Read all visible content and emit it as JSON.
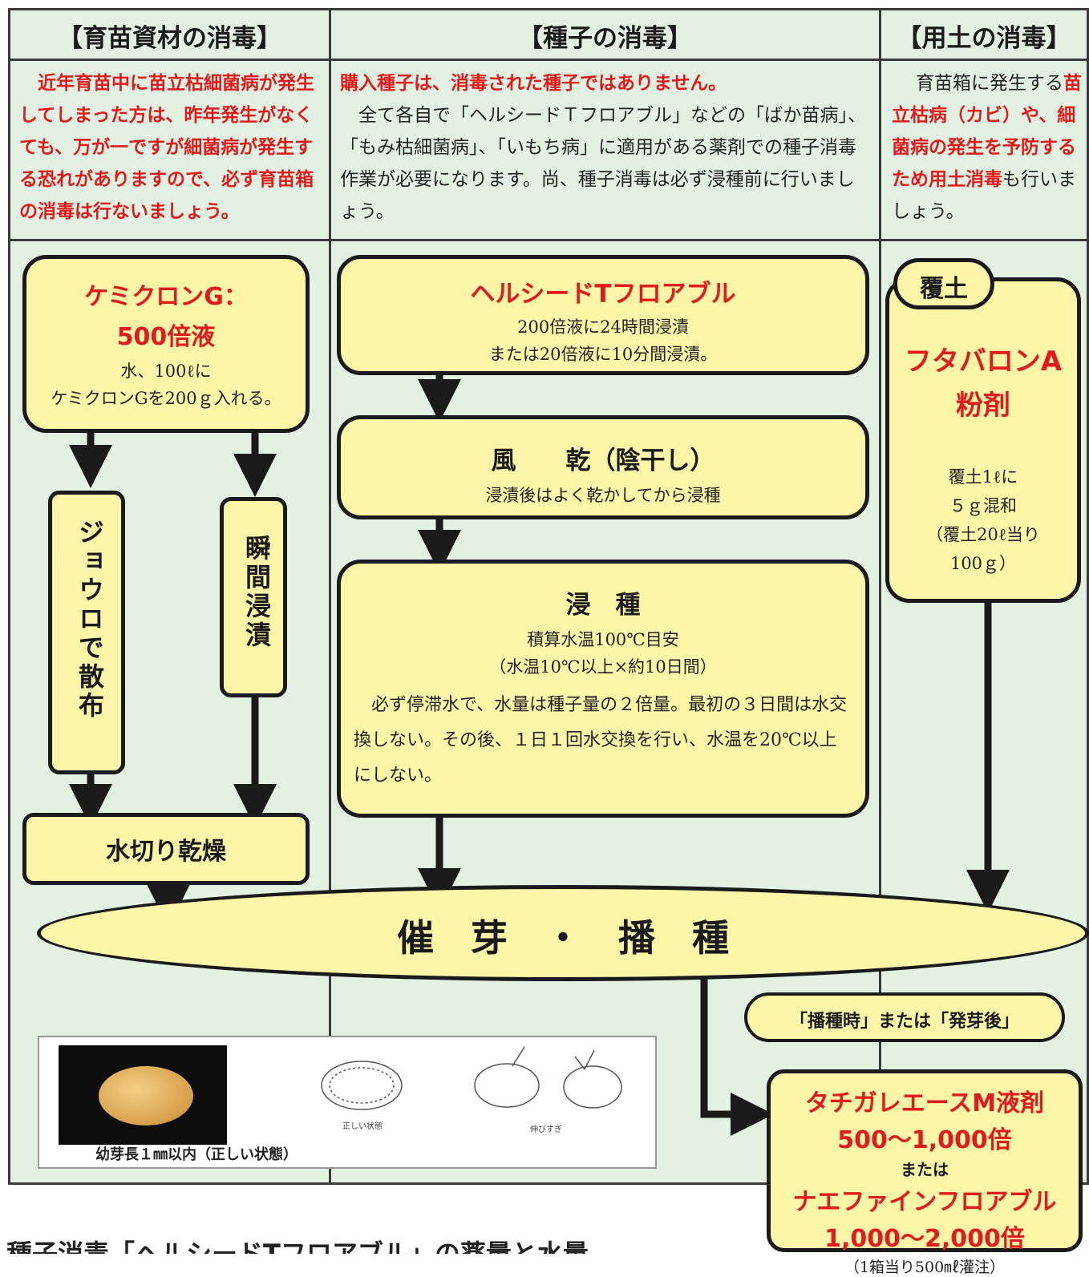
{
  "headers": {
    "col1": "【育苗資材の消毒】",
    "col2": "【種子の消毒】",
    "col3": "【用土の消毒】"
  },
  "intro": {
    "col1": "近年育苗中に苗立枯細菌病が発生してしまった方は、昨年発生がなくても、万が一ですが細菌病が発生する恐れがありますので、必ず育苗箱の消毒は行ないましょう。",
    "col2_red": "購入種子は、消毒された種子ではありません。",
    "col2_body": "全て各自で「ヘルシードＴフロアブル」などの「ばか苗病」、「もみ枯細菌病」、「いもち病」に適用がある薬剤での種子消毒作業が必要になります。尚、種子消毒は必ず浸種前に行いましょう。",
    "col3_lead": "育苗箱に発生する",
    "col3_red": "苗立枯病（カビ）や、細菌病の発生を予防するため用土消毒",
    "col3_tail": "も行いましょう。"
  },
  "col1": {
    "box_title_1": "ケミクロンG：",
    "box_title_2": "500倍液",
    "box_line1": "水、100ℓに",
    "box_line2": "ケミクロンGを200ｇ入れる。",
    "vert_left": "ジョウロで散布",
    "vert_right": "瞬間浸漬",
    "dry": "水切り乾燥"
  },
  "col2": {
    "step1_title": "ヘルシードTフロアブル",
    "step1_line1": "200倍液に24時間浸漬",
    "step1_line2": "または20倍液に10分間浸漬。",
    "step2_title": "風　　乾（陰干し）",
    "step2_line1": "浸漬後はよく乾かしてから浸種",
    "step3_title": "浸　種",
    "step3_line1": "積算水温100℃目安",
    "step3_line2": "（水温10℃以上×約10日間）",
    "step3_body": "必ず停滞水で、水量は種子量の２倍量。最初の３日間は水交換しない。その後、１日１回水交換を行い、水温を20℃以上にしない。"
  },
  "col3": {
    "tag": "覆土",
    "title_1": "フタバロンA",
    "title_2": "粉剤",
    "line1": "覆土1ℓに",
    "line2": "５ｇ混和",
    "line3": "（覆土20ℓ当り",
    "line4": "100ｇ）"
  },
  "oval": "催　芽　・　播　種",
  "timing_pill": "「播種時」または「発芽後」",
  "final_box": {
    "line1": "タチガレエースM液剤",
    "line2": "500〜1,000倍",
    "line3": "または",
    "line4": "ナエファインフロアブル",
    "line5": "1,000〜2,000倍",
    "line6": "（1箱当り500㎖灌注）"
  },
  "photo": {
    "caption": "幼芽長１㎜以内（正しい状態）",
    "label_correct": "正しい状態",
    "label_over": "伸びすぎ"
  },
  "bottom_heading": "種子消毒「ヘルシードTフロアブル」の薬量と水量"
}
